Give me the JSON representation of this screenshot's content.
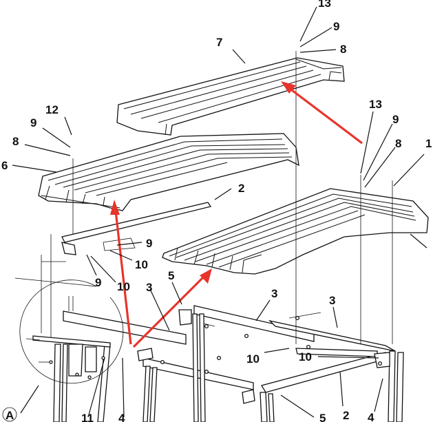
{
  "diagram": {
    "callouts": [
      {
        "id": "c13a",
        "text": "13"
      },
      {
        "id": "c9a",
        "text": "9"
      },
      {
        "id": "c8a",
        "text": "8"
      },
      {
        "id": "c7",
        "text": "7"
      },
      {
        "id": "c12",
        "text": "12"
      },
      {
        "id": "c9b",
        "text": "9"
      },
      {
        "id": "c8b",
        "text": "8"
      },
      {
        "id": "c6",
        "text": "6"
      },
      {
        "id": "c13b",
        "text": "13"
      },
      {
        "id": "c9c",
        "text": "9"
      },
      {
        "id": "c8c",
        "text": "8"
      },
      {
        "id": "c1",
        "text": "1"
      },
      {
        "id": "c2a",
        "text": "2"
      },
      {
        "id": "c9d",
        "text": "9"
      },
      {
        "id": "c10a",
        "text": "10"
      },
      {
        "id": "c9e",
        "text": "9"
      },
      {
        "id": "c10b",
        "text": "10"
      },
      {
        "id": "c5a",
        "text": "5"
      },
      {
        "id": "c3a",
        "text": "3"
      },
      {
        "id": "c3b",
        "text": "3"
      },
      {
        "id": "c3c",
        "text": "3"
      },
      {
        "id": "c10c",
        "text": "10"
      },
      {
        "id": "c10d",
        "text": "10"
      },
      {
        "id": "cA",
        "text": "A"
      },
      {
        "id": "c11",
        "text": "11"
      },
      {
        "id": "c4a",
        "text": "4"
      },
      {
        "id": "c5b",
        "text": "5"
      },
      {
        "id": "c2b",
        "text": "2"
      },
      {
        "id": "c4b",
        "text": "4"
      }
    ],
    "arrow_color": "#e8332b",
    "line_color": "#111111"
  }
}
